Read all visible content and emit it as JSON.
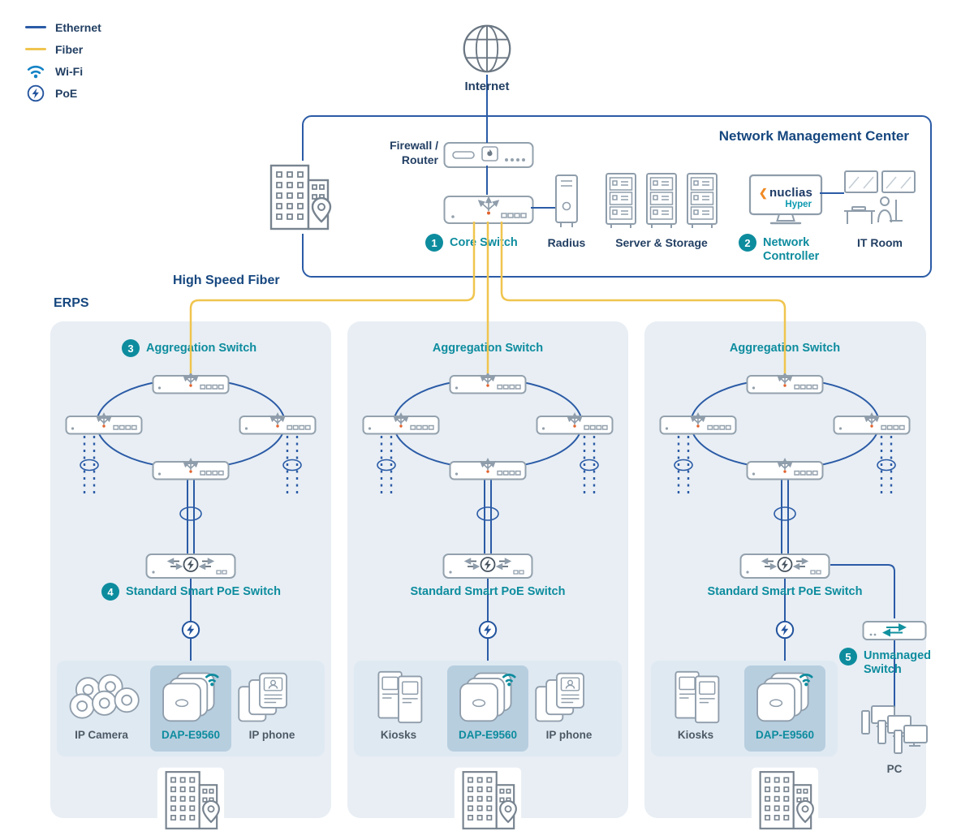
{
  "colors": {
    "ethernet": "#2b5ba6",
    "fiber": "#f0c54f",
    "teal_accent": "#0d8c9e",
    "navy_heading": "#16477f",
    "panel_bg": "#e8eef4"
  },
  "legend": {
    "ethernet": "Ethernet",
    "fiber": "Fiber",
    "wifi": "Wi-Fi",
    "poe": "PoE"
  },
  "internet_label": "Internet",
  "nmc": {
    "title": "Network Management Center",
    "firewall_line1": "Firewall /",
    "firewall_line2": "Router",
    "core_badge": "1",
    "core_label": "Core Switch",
    "radius_label": "Radius",
    "server_storage_label": "Server & Storage",
    "controller_badge": "2",
    "controller_label": "Network Controller",
    "nuclias_brand": "nuclias",
    "nuclias_sub": "Hyper",
    "it_room_label": "IT Room"
  },
  "high_speed_fiber_label": "High Speed Fiber",
  "erps_label": "ERPS",
  "columns": [
    {
      "agg_badge": "3",
      "agg_label": "Aggregation Switch",
      "poe_badge": "4",
      "poe_label": "Standard Smart PoE Switch",
      "device1_label": "IP Camera",
      "device2_label": "DAP-E9560",
      "device3_label": "IP phone"
    },
    {
      "agg_label": "Aggregation Switch",
      "poe_label": "Standard Smart PoE Switch",
      "device1_label": "Kiosks",
      "device2_label": "DAP-E9560",
      "device3_label": "IP phone"
    },
    {
      "agg_label": "Aggregation Switch",
      "poe_label": "Standard Smart PoE Switch",
      "device1_label": "Kiosks",
      "device2_label": "DAP-E9560",
      "unmanaged_badge": "5",
      "unmanaged_label": "Unmanaged Switch",
      "pc_label": "PC"
    }
  ]
}
